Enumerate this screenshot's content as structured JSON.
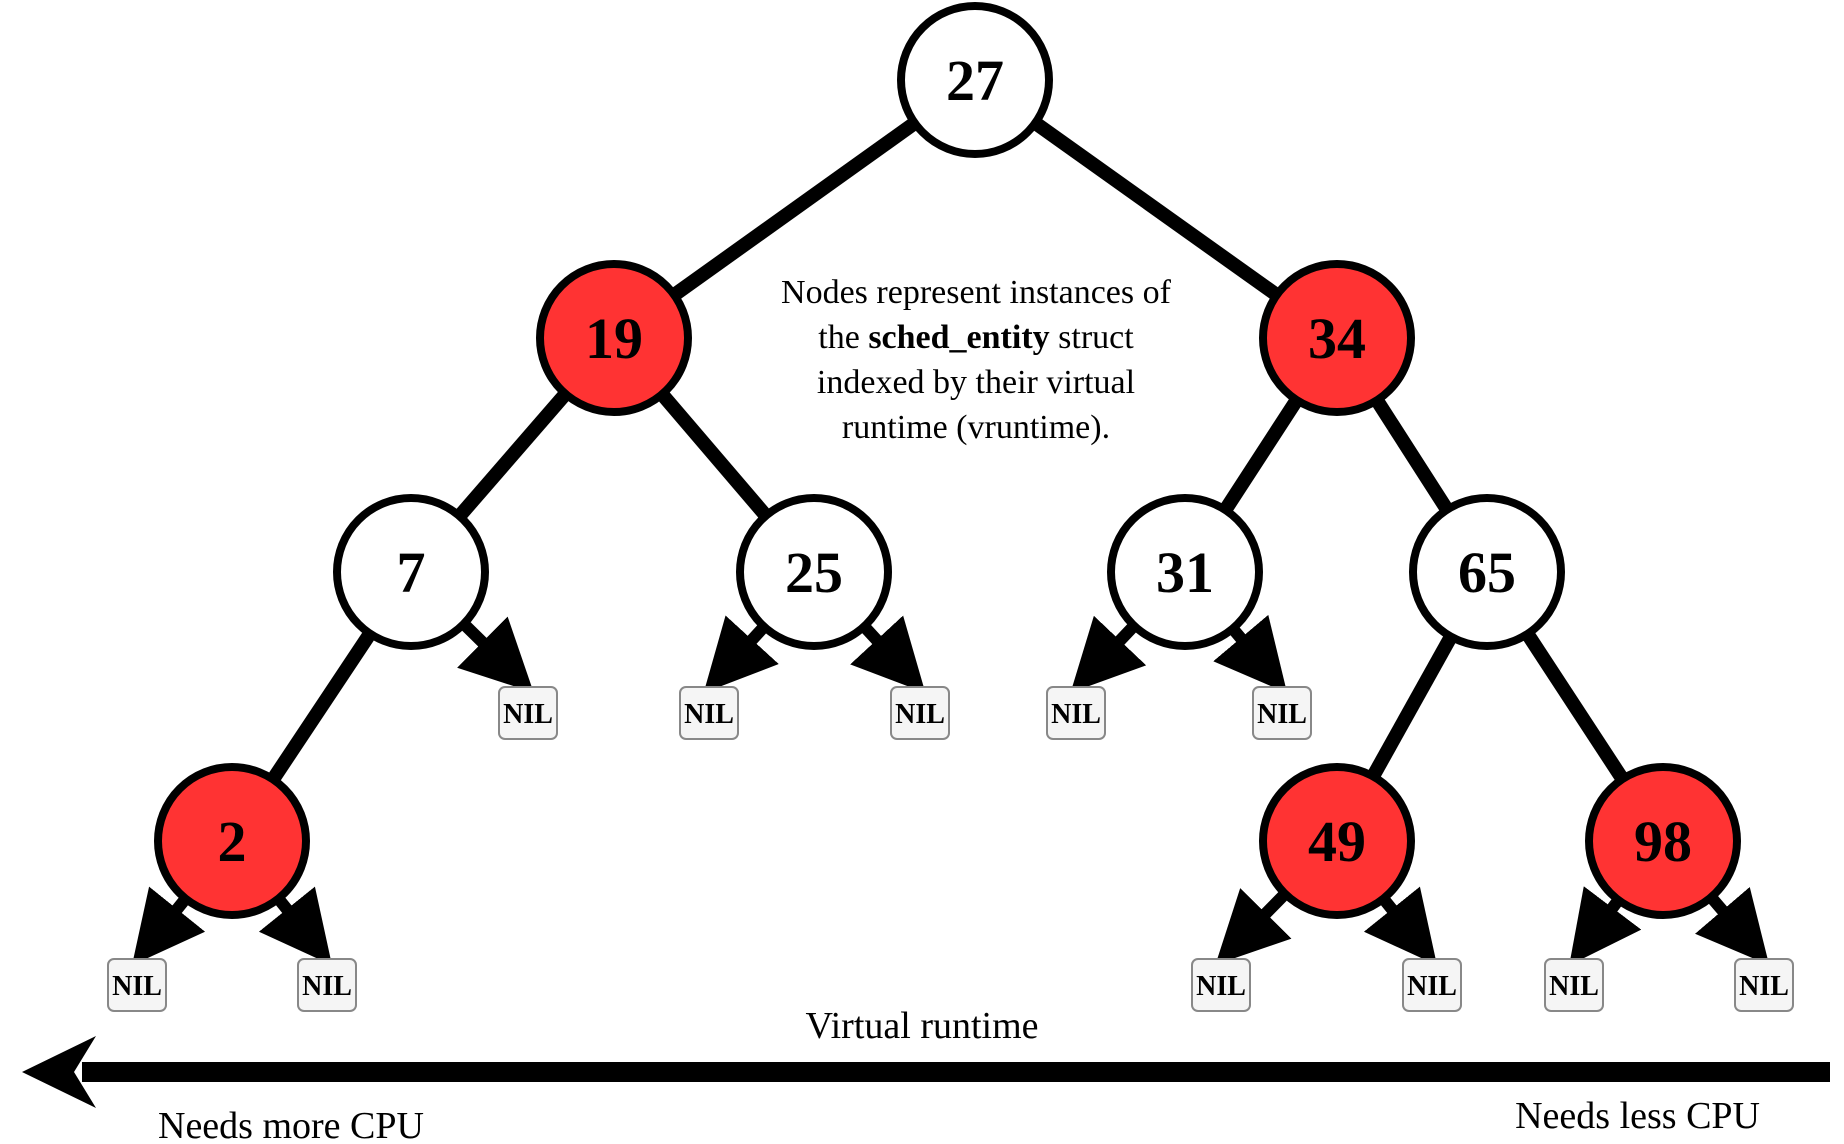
{
  "colors": {
    "red": "#ff3333",
    "black": "#000000",
    "white": "#ffffff",
    "nil_fill": "#f5f5f5",
    "nil_stroke": "#888888"
  },
  "nodes": [
    {
      "id": "n27",
      "label": "27",
      "color": "black"
    },
    {
      "id": "n19",
      "label": "19",
      "color": "red"
    },
    {
      "id": "n34",
      "label": "34",
      "color": "red"
    },
    {
      "id": "n7",
      "label": "7",
      "color": "black"
    },
    {
      "id": "n25",
      "label": "25",
      "color": "black"
    },
    {
      "id": "n31",
      "label": "31",
      "color": "black"
    },
    {
      "id": "n65",
      "label": "65",
      "color": "black"
    },
    {
      "id": "n2",
      "label": "2",
      "color": "red"
    },
    {
      "id": "n49",
      "label": "49",
      "color": "red"
    },
    {
      "id": "n98",
      "label": "98",
      "color": "red"
    }
  ],
  "edges": [
    [
      "n27",
      "n19"
    ],
    [
      "n27",
      "n34"
    ],
    [
      "n19",
      "n7"
    ],
    [
      "n19",
      "n25"
    ],
    [
      "n34",
      "n31"
    ],
    [
      "n34",
      "n65"
    ],
    [
      "n7",
      "n2"
    ],
    [
      "n65",
      "n49"
    ],
    [
      "n65",
      "n98"
    ]
  ],
  "nil_label": "NIL",
  "nils": [
    {
      "id": "nil7r",
      "parent": "n7"
    },
    {
      "id": "nil25l",
      "parent": "n25"
    },
    {
      "id": "nil25r",
      "parent": "n25"
    },
    {
      "id": "nil31l",
      "parent": "n31"
    },
    {
      "id": "nil31r",
      "parent": "n31"
    },
    {
      "id": "nil2l",
      "parent": "n2"
    },
    {
      "id": "nil2r",
      "parent": "n2"
    },
    {
      "id": "nil49l",
      "parent": "n49"
    },
    {
      "id": "nil49r",
      "parent": "n49"
    },
    {
      "id": "nil98l",
      "parent": "n98"
    },
    {
      "id": "nil98r",
      "parent": "n98"
    }
  ],
  "note": {
    "line1": "Nodes represent instances of",
    "line2_pre": "the ",
    "line2_bold": "sched_entity",
    "line2_post": " struct",
    "line3": "indexed by their virtual",
    "line4": "runtime (vruntime)."
  },
  "axis": {
    "label": "Virtual runtime",
    "left_label": "Needs more CPU",
    "right_label": "Needs less CPU"
  }
}
